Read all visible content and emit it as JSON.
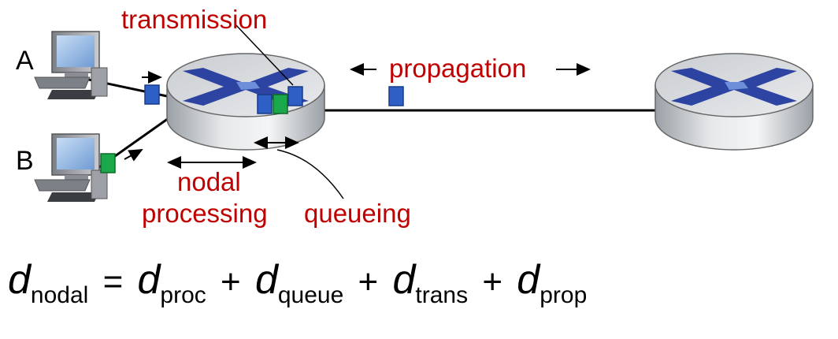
{
  "hosts": {
    "a": "A",
    "b": "B"
  },
  "labels": {
    "transmission": "transmission",
    "propagation": "propagation",
    "nodal": "nodal",
    "processing": "processing",
    "queueing": "queueing"
  },
  "formula": {
    "d": "d",
    "nodal_sub": "nodal",
    "eq": "=",
    "plus": "+",
    "proc_sub": "proc",
    "queue_sub": "queue",
    "trans_sub": "trans",
    "prop_sub": "prop"
  },
  "colors": {
    "label_red": "#c00000",
    "packet_blue": "#2e5fc4",
    "packet_green": "#1aa84a"
  },
  "icons": [
    "desktop-computer-icon",
    "router-icon",
    "packet-icon",
    "arrow-icon"
  ]
}
